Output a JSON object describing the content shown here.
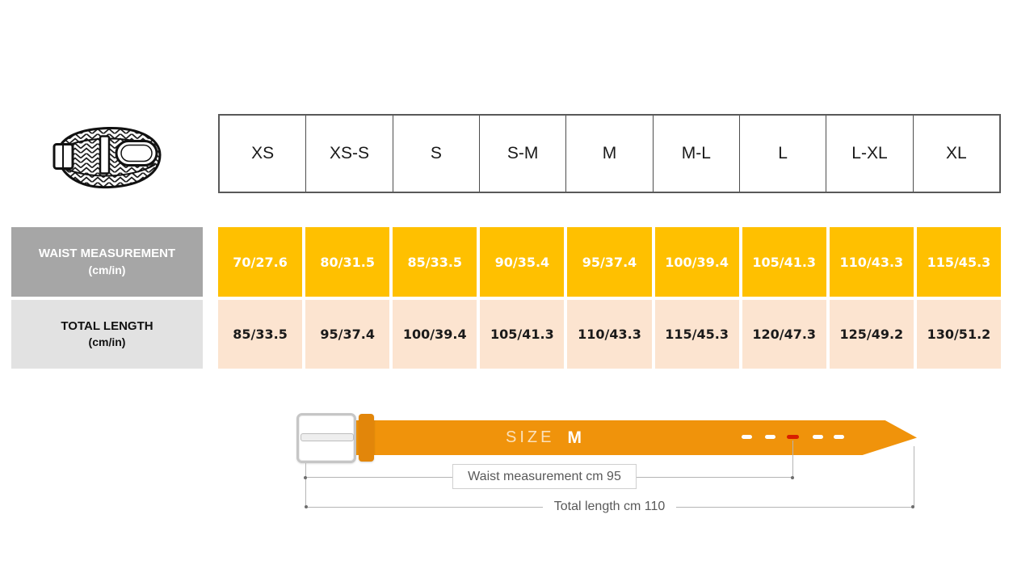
{
  "size_table": {
    "sizes": [
      "XS",
      "XS-S",
      "S",
      "S-M",
      "M",
      "M-L",
      "L",
      "L-XL",
      "XL"
    ],
    "waist_row": {
      "label": "WAIST MEASUREMENT",
      "unit": "(cm/in)",
      "values": [
        "70/27.6",
        "80/31.5",
        "85/33.5",
        "90/35.4",
        "95/37.4",
        "100/39.4",
        "105/41.3",
        "110/43.3",
        "115/45.3"
      ]
    },
    "length_row": {
      "label": "TOTAL LENGTH",
      "unit": "(cm/in)",
      "values": [
        "85/33.5",
        "95/37.4",
        "100/39.4",
        "105/41.3",
        "110/43.3",
        "115/45.3",
        "120/47.3",
        "125/49.2",
        "130/51.2"
      ]
    }
  },
  "belt_diagram": {
    "size_word": "SIZE",
    "size_value": "M",
    "waist_annotation": "Waist measurement cm 95",
    "total_annotation": "Total length cm 110",
    "holes": [
      "white",
      "white",
      "red",
      "white",
      "white"
    ]
  },
  "icons": {
    "top_left": "braided-belt-icon"
  },
  "colors": {
    "waist_cell": "#ffc000",
    "length_cell": "#fce4d0",
    "waist_label_bg": "#a6a6a6",
    "length_label_bg": "#e2e2e2",
    "belt_strap": "#f0930b",
    "belt_keeper": "#e2860a",
    "marked_hole": "#d81e00",
    "dimension_line": "#b5b5b5",
    "annotation_text": "#595959"
  }
}
